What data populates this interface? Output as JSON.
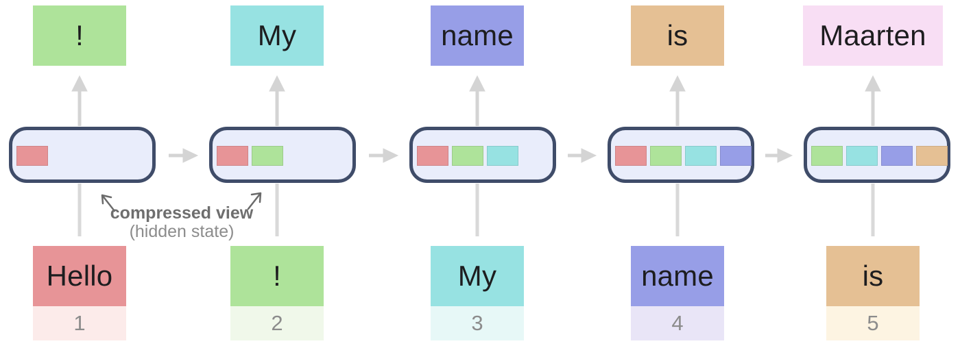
{
  "palette": {
    "red": "#e79497",
    "green": "#aee39a",
    "cyan": "#97e2e2",
    "purple": "#979ee7",
    "tan": "#e5c094",
    "pink": "#f8def4",
    "hidden_state_fill": "#e9edfb",
    "hidden_state_border": "#3f4c69",
    "arrow_gray": "#d4d4d4",
    "annotation_gray": "#6e6e6e"
  },
  "annotation": {
    "label_bold": "compressed view",
    "label_sub": "(hidden state)"
  },
  "columns": [
    {
      "step": 1,
      "output_token": {
        "text": "!",
        "color": "#aee39a"
      },
      "hidden_state": {
        "cells": [
          {
            "name": "red",
            "color": "#e79497"
          }
        ]
      },
      "input_token": {
        "text": "Hello",
        "color": "#e79497",
        "index": "1",
        "index_bg": "#fcebea"
      }
    },
    {
      "step": 2,
      "output_token": {
        "text": "My",
        "color": "#97e2e2"
      },
      "hidden_state": {
        "cells": [
          {
            "name": "red",
            "color": "#e79497"
          },
          {
            "name": "green",
            "color": "#aee39a"
          }
        ]
      },
      "input_token": {
        "text": "!",
        "color": "#aee39a",
        "index": "2",
        "index_bg": "#f0f8ea"
      }
    },
    {
      "step": 3,
      "output_token": {
        "text": "name",
        "color": "#979ee7"
      },
      "hidden_state": {
        "cells": [
          {
            "name": "red",
            "color": "#e79497"
          },
          {
            "name": "green",
            "color": "#aee39a"
          },
          {
            "name": "cyan",
            "color": "#97e2e2"
          }
        ]
      },
      "input_token": {
        "text": "My",
        "color": "#97e2e2",
        "index": "3",
        "index_bg": "#e7f8f7"
      }
    },
    {
      "step": 4,
      "output_token": {
        "text": "is",
        "color": "#e5c094"
      },
      "hidden_state": {
        "cells": [
          {
            "name": "red",
            "color": "#e79497"
          },
          {
            "name": "green",
            "color": "#aee39a"
          },
          {
            "name": "cyan",
            "color": "#97e2e2"
          },
          {
            "name": "purple",
            "color": "#979ee7"
          }
        ]
      },
      "input_token": {
        "text": "name",
        "color": "#979ee7",
        "index": "4",
        "index_bg": "#e9e5f7"
      }
    },
    {
      "step": 5,
      "output_token": {
        "text": "Maarten",
        "color": "#f8def4"
      },
      "hidden_state": {
        "cells": [
          {
            "name": "green",
            "color": "#aee39a"
          },
          {
            "name": "cyan",
            "color": "#97e2e2"
          },
          {
            "name": "purple",
            "color": "#979ee7"
          },
          {
            "name": "tan",
            "color": "#e5c094"
          }
        ]
      },
      "input_token": {
        "text": "is",
        "color": "#e5c094",
        "index": "5",
        "index_bg": "#fdf4e2"
      }
    }
  ]
}
